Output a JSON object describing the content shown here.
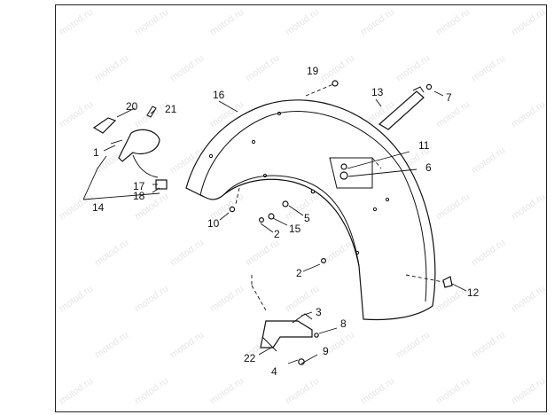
{
  "watermark": {
    "text": "motod.ru"
  },
  "callouts": {
    "c1": "1",
    "c2a": "2",
    "c2b": "2",
    "c3": "3",
    "c4": "4",
    "c5": "5",
    "c6": "6",
    "c7": "7",
    "c8": "8",
    "c9": "9",
    "c10": "10",
    "c11": "11",
    "c12": "12",
    "c13": "13",
    "c14": "14",
    "c15": "15",
    "c16": "16",
    "c17": "17",
    "c18": "18",
    "c19": "19",
    "c20": "20",
    "c21": "21",
    "c22": "22"
  },
  "colors": {
    "line": "#111111",
    "background": "#ffffff",
    "watermark": "#e6e6e6"
  }
}
